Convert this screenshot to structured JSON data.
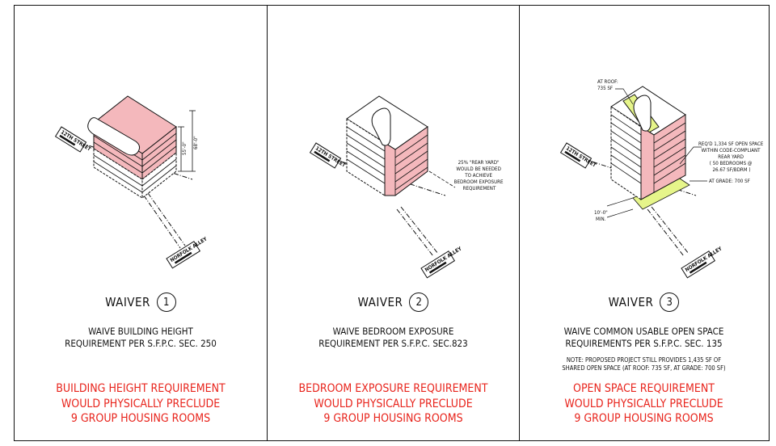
{
  "panels": [
    {
      "waiver_label": "WAIVER",
      "waiver_number": "1",
      "description": [
        "WAIVE BUILDING HEIGHT",
        "REQUIREMENT PER S.F.P.C. SEC. 250"
      ],
      "consequence": [
        "BUILDING HEIGHT REQUIREMENT",
        "WOULD PHYSICALLY PRECLUDE",
        "9 GROUP HOUSING ROOMS"
      ],
      "street_label": "12TH STREET",
      "alley_label": "NORFOLK ALLEY",
      "dimensions": [
        "55'-0\"",
        "68'-0\""
      ]
    },
    {
      "waiver_label": "WAIVER",
      "waiver_number": "2",
      "description": [
        "WAIVE BEDROOM EXPOSURE",
        "REQUIREMENT PER S.F.P.C. SEC.823"
      ],
      "consequence": [
        "BEDROOM EXPOSURE REQUIREMENT",
        "WOULD PHYSICALLY PRECLUDE",
        "9 GROUP HOUSING ROOMS"
      ],
      "street_label": "12TH STREET",
      "alley_label": "NORFOLK ALLEY",
      "callout": [
        "25% \"REAR YARD\"",
        "WOULD BE NEEDED",
        "TO ACHIEVE",
        "BEDROOM EXPOSURE",
        "REQUIREMENT"
      ]
    },
    {
      "waiver_label": "WAIVER",
      "waiver_number": "3",
      "description": [
        "WAIVE COMMON USABLE OPEN SPACE",
        "REQUIREMENTS PER S.F.P.C. SEC. 135"
      ],
      "note": [
        "NOTE: PROPOSED PROJECT STILL PROVIDES 1,435 SF OF",
        "SHARED OPEN SPACE (AT ROOF: 735 SF, AT GRADE: 700 SF)"
      ],
      "consequence": [
        "OPEN SPACE REQUIREMENT",
        "WOULD PHYSICALLY PRECLUDE",
        "9 GROUP HOUSING ROOMS"
      ],
      "street_label": "12TH STREET",
      "alley_label": "NORFOLK ALLEY",
      "roof_callout": [
        "AT ROOF:",
        "735 SF"
      ],
      "req_callout": [
        "REQ'D 1,334 SF OPEN SPACE",
        "WITHIN CODE-COMPLIANT",
        "REAR YARD",
        "( 50 BEDROOMS @",
        "26.67 SF/BDRM )"
      ],
      "grade_callout": "AT GRADE: 700 SF",
      "setback_callout": [
        "10'-0\"",
        "MIN."
      ]
    }
  ],
  "colors": {
    "pink": "#f4b8bc",
    "green": "#e6f58a",
    "red_text": "#e8241c"
  }
}
